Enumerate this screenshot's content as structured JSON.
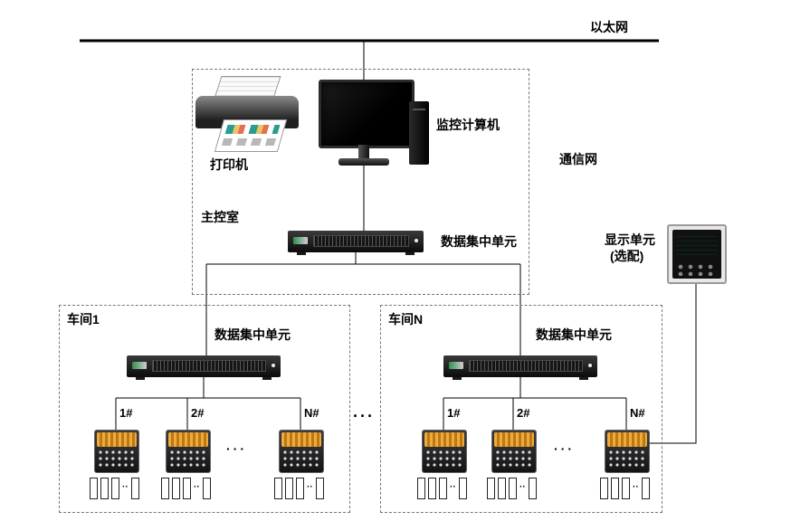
{
  "diagram": {
    "ethernet_label": "以太网",
    "comm_net_label": "通信网",
    "between_ellipsis": "···",
    "cable_ellipsis": "··",
    "main_room": {
      "label": "主控室",
      "printer_label": "打印机",
      "computer_label": "监控计算机",
      "dcu_label": "数据集中单元"
    },
    "display_unit": {
      "line1": "显示单元",
      "line2": "(选配)"
    },
    "workshop1": {
      "label": "车间1",
      "dcu_label": "数据集中单元",
      "branches": [
        "1#",
        "2#",
        "N#"
      ],
      "meter_ellipsis": "···"
    },
    "workshopN": {
      "label": "车间N",
      "dcu_label": "数据集中单元",
      "branches": [
        "1#",
        "2#",
        "N#"
      ],
      "meter_ellipsis": "···"
    }
  }
}
